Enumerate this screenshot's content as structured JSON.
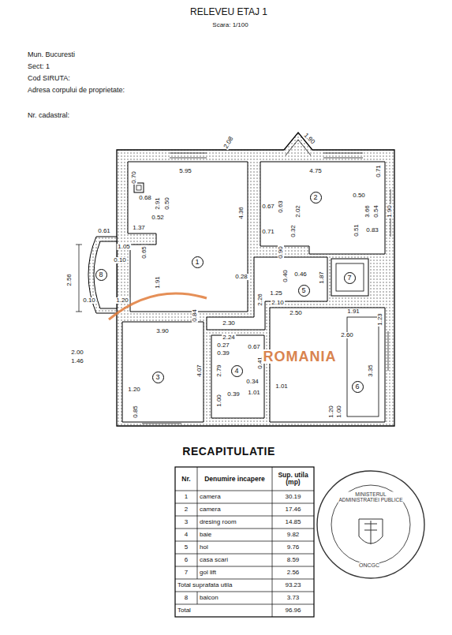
{
  "diagram": {
    "title": "RELEVEU ETAJ 1",
    "nodes": [
      {
        "text": [
          "1"
        ]
      },
      {
        "text": [
          "2"
        ]
      },
      {
        "text": [
          "3"
        ]
      },
      {
        "text": [
          "4"
        ]
      },
      {
        "text": [
          "5"
        ]
      },
      {
        "text": [
          "6"
        ]
      },
      {
        "text": [
          "7"
        ]
      },
      {
        "text": [
          "8"
        ]
      }
    ],
    "labels": [
      "Scara: 1/100",
      "Mun. Bucuresti",
      "Sect: 1",
      "Cod SIRUTA:",
      "Adresa corpului de proprietate:",
      "Nr. cadastral:",
      "2.08",
      "1.90",
      "5.95",
      "4.75",
      "0.70",
      "0.71",
      "0.68",
      "2.91",
      "0.50",
      "0.52",
      "4.36",
      "0.67",
      "0.63",
      "2.02",
      "0.50",
      "3.66",
      "0.54",
      "1.90",
      "0.61",
      "1.37",
      "0.71",
      "0.32",
      "0.51",
      "0.83",
      "1.05",
      "0.65",
      "0.10",
      "0.90",
      "0.46",
      "0.40",
      "1.87",
      "2.56",
      "1.91",
      "0.28",
      "0.10",
      "1.20",
      "2.26",
      "1.25",
      "2.10",
      "2.50",
      "1.91",
      "1.23",
      "0.84",
      "2.30",
      "3.90",
      "2.24",
      "2.60",
      "0.27",
      "0.39",
      "0.67",
      "0.41",
      "2.00",
      "1.46",
      "4.07",
      "2.79",
      "3.35",
      "0.34",
      "1.00",
      "0.39",
      "1.01",
      "1.01",
      "1.20",
      "0.85",
      "1.20",
      "1.00",
      "Nr.",
      "Denumire incapere",
      "Sup. utila (mp)",
      "1",
      "camera",
      "30.19",
      "2",
      "camera",
      "17.46",
      "3",
      "dresing room",
      "14.85",
      "4",
      "baie",
      "9.82",
      "5",
      "hol",
      "9.76",
      "6",
      "casa scari",
      "8.59",
      "7",
      "gol lift",
      "2.56",
      "Total suprafata utila",
      "93.23",
      "8",
      "balcon",
      "3.73",
      "Total",
      "96.96",
      "RECAPITULATIE",
      "ROMANIA",
      "MINISTERUL ADMINISTRATIEI PUBLICE",
      "ONCGC"
    ]
  }
}
